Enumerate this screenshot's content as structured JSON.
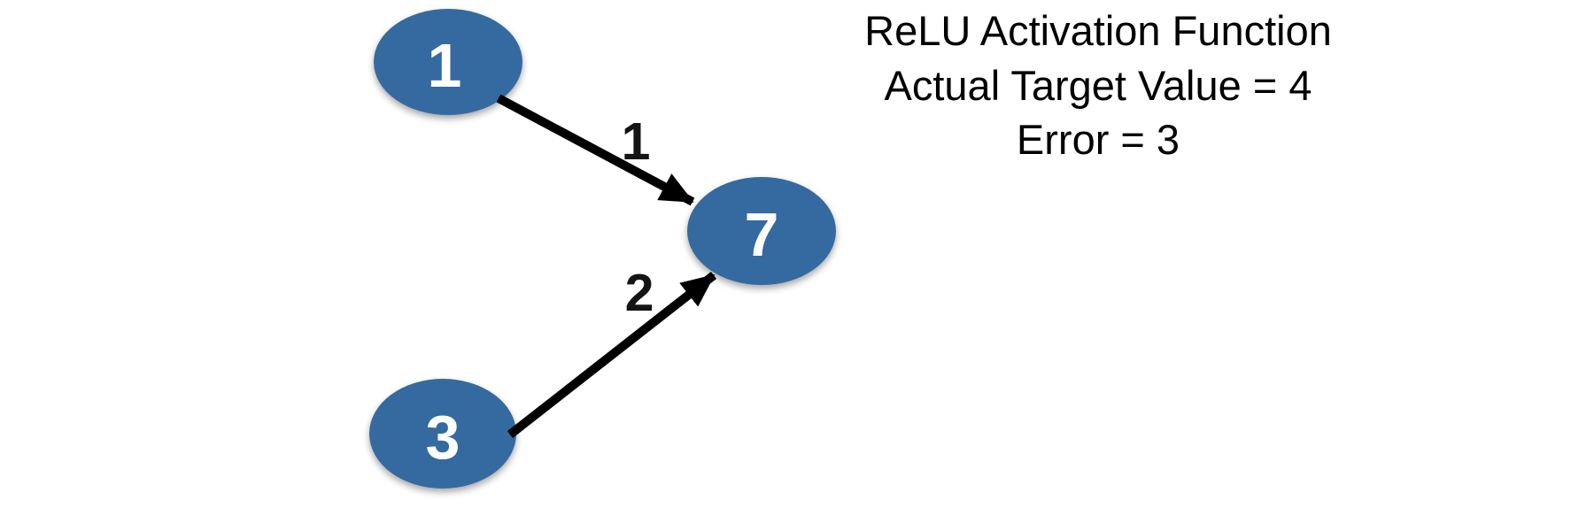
{
  "diagram": {
    "type": "neural-network",
    "nodes": [
      {
        "id": "input-1",
        "value": "1"
      },
      {
        "id": "input-2",
        "value": "3"
      },
      {
        "id": "output",
        "value": "7"
      }
    ],
    "edges": [
      {
        "from": "input-1",
        "to": "output",
        "weight": "1"
      },
      {
        "from": "input-2",
        "to": "output",
        "weight": "2"
      }
    ],
    "colors": {
      "node_fill": "#346a9f",
      "node_text": "#ffffff",
      "arrow": "#000000",
      "weight_text": "#141414",
      "annotation_text": "#000000",
      "background": "#ffffff"
    }
  },
  "annotation": {
    "line1": "ReLU Activation Function",
    "line2": "Actual Target Value = 4",
    "line3": "Error = 3"
  }
}
